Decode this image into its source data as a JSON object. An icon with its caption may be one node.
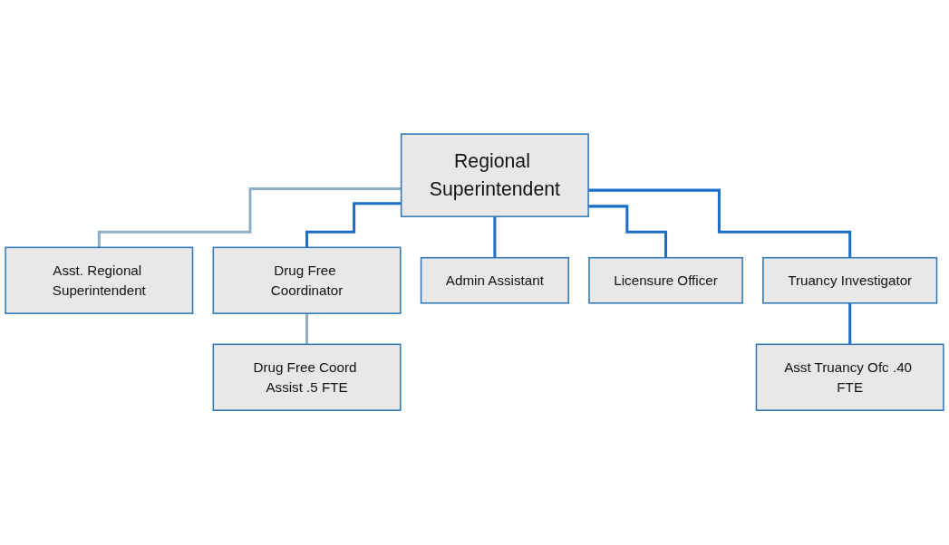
{
  "diagram": {
    "nodes": [
      {
        "text": [
          "Regional Superintendent"
        ]
      },
      {
        "text": [
          "Asst. Regional Superintendent"
        ]
      },
      {
        "text": [
          "Drug Free Coordinator"
        ]
      },
      {
        "text": [
          "Admin Assistant"
        ]
      },
      {
        "text": [
          "Licensure Officer"
        ]
      },
      {
        "text": [
          "Truancy Investigator"
        ]
      },
      {
        "text": [
          "Drug Free Coord Assist .5 FTE"
        ]
      },
      {
        "text": [
          "Asst Truancy Ofc .40 FTE"
        ]
      }
    ],
    "edges": [
      {
        "from": 0,
        "to": 1,
        "arrow": "none",
        "color": "#8fb0c4"
      },
      {
        "from": 0,
        "to": 2,
        "arrow": "none"
      },
      {
        "from": 0,
        "to": 3,
        "arrow": "none"
      },
      {
        "from": 0,
        "to": 4,
        "arrow": "none"
      },
      {
        "from": 0,
        "to": 5,
        "arrow": "none"
      },
      {
        "from": 2,
        "to": 6,
        "arrow": "none",
        "color": "#8fb0c4"
      },
      {
        "from": 5,
        "to": 7,
        "arrow": "none"
      }
    ]
  }
}
